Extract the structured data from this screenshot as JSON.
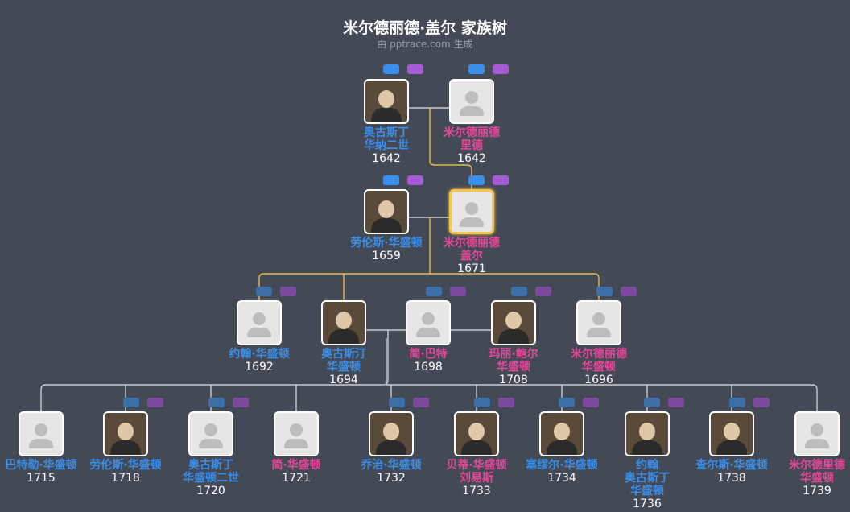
{
  "title": "米尔德丽德·盖尔 家族树",
  "subtitle": "由 pptrace.com 生成",
  "colors": {
    "background": "#444a55",
    "male": "#3b8eea",
    "female": "#e8479b",
    "line_main": "#e8b84a",
    "line_other": "#c8ccd2",
    "focus": "#f5c64a"
  },
  "people": {
    "p_aug2": {
      "name": "奥古斯丁\n华纳二世",
      "year": "1642",
      "gender": "male",
      "portrait": true
    },
    "p_mil_reade": {
      "name": "米尔德丽德\n里德",
      "year": "1642",
      "gender": "female",
      "portrait": false
    },
    "p_lawrence": {
      "name": "劳伦斯·华盛顿",
      "year": "1659",
      "gender": "male",
      "portrait": true
    },
    "p_gale": {
      "name": "米尔德丽德\n盖尔",
      "year": "1671",
      "gender": "female",
      "portrait": false,
      "focus": true
    },
    "p_john": {
      "name": "约翰·华盛顿",
      "year": "1692",
      "gender": "male",
      "portrait": false
    },
    "p_augustine": {
      "name": "奥古斯汀\n华盛顿",
      "year": "1694",
      "gender": "male",
      "portrait": true
    },
    "p_jane_butler": {
      "name": "简·巴特",
      "year": "1698",
      "gender": "female",
      "portrait": false
    },
    "p_mary_ball": {
      "name": "玛丽·鲍尔\n华盛顿",
      "year": "1708",
      "gender": "female",
      "portrait": true
    },
    "p_mildred2": {
      "name": "米尔德丽德\n华盛顿",
      "year": "1696",
      "gender": "female",
      "portrait": false
    },
    "c1": {
      "name": "巴特勒·华盛顿",
      "year": "1715",
      "gender": "male",
      "portrait": false
    },
    "c2": {
      "name": "劳伦斯·华盛顿",
      "year": "1718",
      "gender": "male",
      "portrait": true
    },
    "c3": {
      "name": "奥古斯丁\n华盛顿二世",
      "year": "1720",
      "gender": "male",
      "portrait": false
    },
    "c4": {
      "name": "简·华盛顿",
      "year": "1721",
      "gender": "female",
      "portrait": false
    },
    "c5": {
      "name": "乔治·华盛顿",
      "year": "1732",
      "gender": "male",
      "portrait": true
    },
    "c6": {
      "name": "贝蒂·华盛顿\n刘易斯",
      "year": "1733",
      "gender": "female",
      "portrait": true
    },
    "c7": {
      "name": "塞缪尔·华盛顿",
      "year": "1734",
      "gender": "male",
      "portrait": true
    },
    "c8": {
      "name": "约翰\n奥古斯丁\n华盛顿",
      "year": "1736",
      "gender": "male",
      "portrait": true
    },
    "c9": {
      "name": "查尔斯·华盛顿",
      "year": "1738",
      "gender": "male",
      "portrait": true
    },
    "c10": {
      "name": "米尔德里德\n华盛顿",
      "year": "1739",
      "gender": "female",
      "portrait": false
    }
  }
}
